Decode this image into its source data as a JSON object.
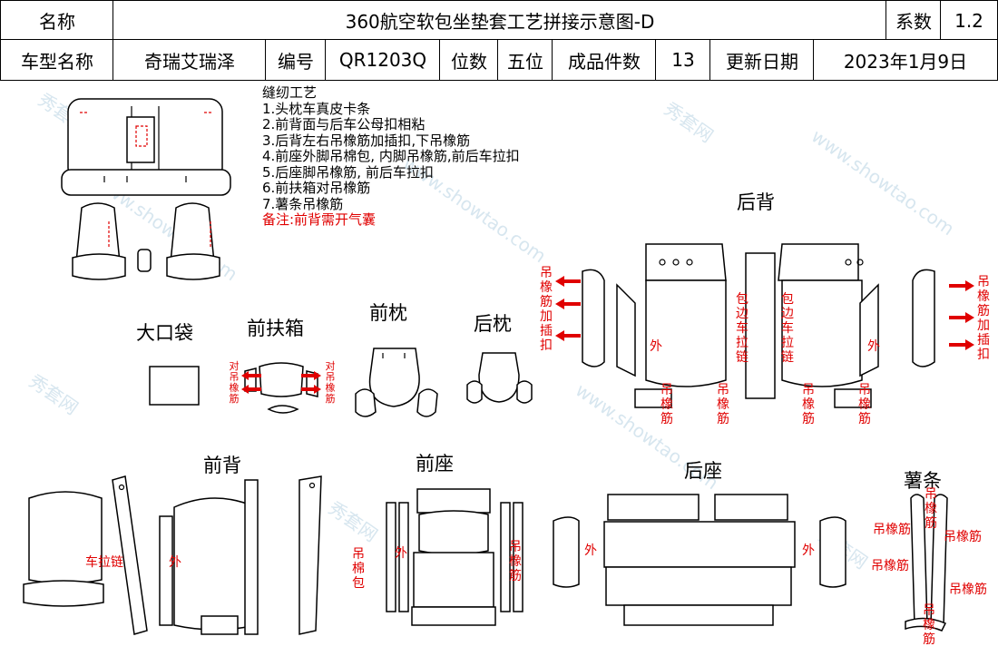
{
  "header": {
    "name_label": "名称",
    "title": "360航空软包坐垫套工艺拼接示意图-D",
    "coef_label": "系数",
    "coef_value": "1.2",
    "model_label": "车型名称",
    "model_value": "奇瑞艾瑞泽",
    "code_label": "编号",
    "code_value": "QR1203Q",
    "seats_label": "位数",
    "seats_value": "五位",
    "pieces_label": "成品件数",
    "pieces_value": "13",
    "date_label": "更新日期",
    "date_value": "2023年1月9日"
  },
  "notes": {
    "heading": "缝纫工艺",
    "items": [
      "1.头枕车真皮卡条",
      "2.前背面与后车公母扣相粘",
      "3.后背左右吊橡筋加插扣,下吊橡筋",
      "4.前座外脚吊棉包, 内脚吊橡筋,前后车拉扣",
      "5.后座脚吊橡筋, 前后车拉扣",
      "6.前扶箱对吊橡筋",
      "7.薯条吊橡筋"
    ],
    "remark": "备注:前背需开气囊"
  },
  "sections": {
    "big_bag": "大口袋",
    "front_armrest": "前扶箱",
    "front_headrest": "前枕",
    "rear_headrest": "后枕",
    "rear_back": "后背",
    "front_back": "前背",
    "front_seat": "前座",
    "rear_seat": "后座",
    "fries": "薯条"
  },
  "labels": {
    "hang_elastic": "吊橡筋",
    "hang_elastic_insert": "吊橡筋加插扣",
    "pair_hang_elastic": "对吊橡筋",
    "outer": "外",
    "wrap_zipper": "包边车拉链",
    "zipper": "车拉链",
    "hang_cotton": "吊棉包"
  },
  "watermark": {
    "brand": "秀套网",
    "site": "www.showtao.com"
  },
  "colors": {
    "accent_red": "#e00000",
    "watermark": "#d7e6ef",
    "line": "#000000"
  }
}
